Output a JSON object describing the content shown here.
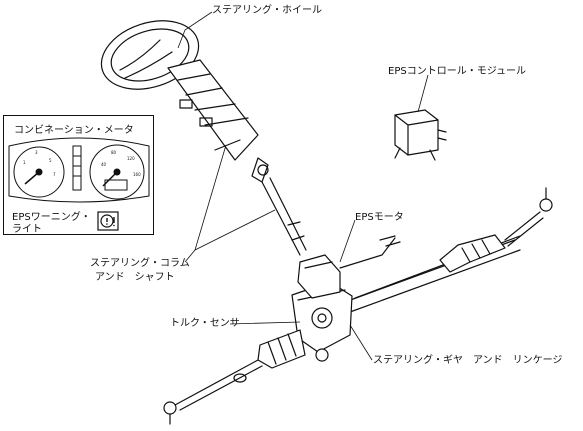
{
  "labels": {
    "steering_wheel": "ステアリング・ホイール",
    "eps_control_module": "EPSコントロール・モジュール",
    "combination_meter": "コンビネーション・メータ",
    "eps_warning_light_line1": "EPSワーニング・",
    "eps_warning_light_line2": "ライト",
    "eps_motor": "EPSモータ",
    "steering_column_line1": "ステアリング・コラム",
    "steering_column_line2": "アンド　シャフト",
    "torque_sensor": "トルク・センサ",
    "steering_gear_linkage": "ステアリング・ギヤ　アンド　リンケージ"
  },
  "icons": [
    "eps-warning-icon"
  ],
  "colors": {
    "line": "#111111",
    "background": "#ffffff"
  }
}
